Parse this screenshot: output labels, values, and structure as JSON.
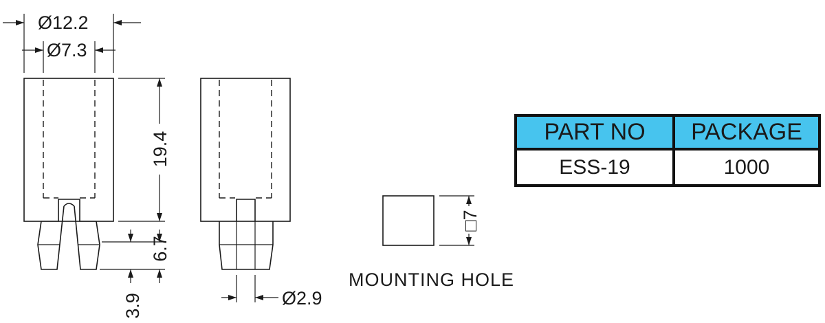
{
  "dimensions": {
    "outer_diameter": "Ø12.2",
    "inner_diameter": "Ø7.3",
    "body_height": "19.4",
    "leg_height": "6.7",
    "tip_height": "3.9",
    "pin_diameter": "Ø2.9",
    "hole_size": "□7"
  },
  "mounting_hole": {
    "label": "MOUNTING HOLE"
  },
  "table": {
    "headers": [
      "PART NO",
      "PACKAGE"
    ],
    "rows": [
      [
        "ESS-19",
        "1000"
      ]
    ],
    "header_color": "#47c4ee"
  }
}
